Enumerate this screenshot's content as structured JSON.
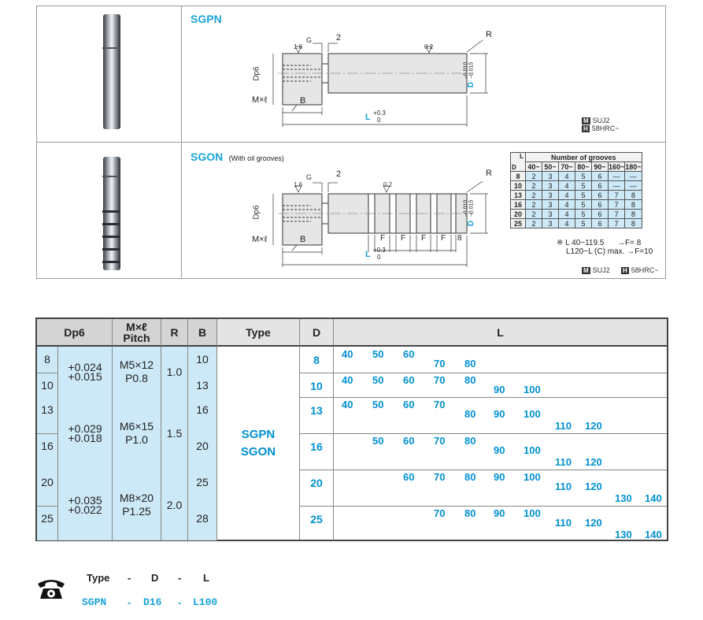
{
  "sgpn": {
    "title": "SGPN",
    "labels": {
      "g": "G",
      "two": "2",
      "r": "R",
      "f16": "1.6",
      "f02": "0.2",
      "dp6": "Dp6",
      "ml": "M×ℓ",
      "b": "B",
      "l": "L",
      "ltol": "+0.3",
      "ltol0": "0",
      "dtol1": "−0.010",
      "dtol2": "−0.015",
      "d": "D"
    },
    "material": "SUJ2",
    "hardness": "58HRC~",
    "mat_icon": "M",
    "hard_icon": "H"
  },
  "sgon": {
    "title": "SGON",
    "subtitle": "(With oil grooves)",
    "labels": {
      "g": "G",
      "two": "2",
      "r": "R",
      "f16": "1.6",
      "f02": "0.2",
      "dp6": "Dp6",
      "ml": "M×ℓ",
      "b": "B",
      "l": "L",
      "ltol": "+0.3",
      "ltol0": "0",
      "f": "F",
      "eight": "8",
      "dtol1": "−0.010",
      "dtol2": "−0.015",
      "d": "D"
    },
    "material": "SUJ2",
    "hardness": "58HRC~",
    "mat_icon": "M",
    "hard_icon": "H",
    "grooves_table": {
      "title": "Number of grooves",
      "corner_top": "L",
      "corner_bottom": "D",
      "columns": [
        "40~",
        "50~",
        "70~",
        "80~",
        "90~",
        "160~",
        "180~"
      ],
      "rows": [
        {
          "d": "8",
          "vals": [
            "2",
            "3",
            "4",
            "5",
            "6",
            "—",
            "—"
          ]
        },
        {
          "d": "10",
          "vals": [
            "2",
            "3",
            "4",
            "5",
            "6",
            "—",
            "—"
          ]
        },
        {
          "d": "13",
          "vals": [
            "2",
            "3",
            "4",
            "5",
            "6",
            "7",
            "8"
          ]
        },
        {
          "d": "16",
          "vals": [
            "2",
            "3",
            "4",
            "5",
            "6",
            "7",
            "8"
          ]
        },
        {
          "d": "20",
          "vals": [
            "2",
            "3",
            "4",
            "5",
            "6",
            "7",
            "8"
          ]
        },
        {
          "d": "25",
          "vals": [
            "2",
            "3",
            "4",
            "5",
            "6",
            "7",
            "8"
          ]
        }
      ]
    },
    "note1": "※ L 40~119.5      →F= 8",
    "note2": "L120~L (C) max. →F=10"
  },
  "table": {
    "headers": {
      "dp6": "Dp6",
      "ml": "M×ℓ",
      "pitch": "Pitch",
      "r": "R",
      "b": "B",
      "type": "Type",
      "d": "D",
      "l": "L"
    },
    "type_values": [
      "SGPN",
      "SGON"
    ],
    "groups": [
      {
        "tol1": "+0.024",
        "tol2": "+0.015",
        "ml": "M5×12",
        "pitch": "P0.8",
        "r": "1.0",
        "rows": [
          {
            "dp6": "8",
            "b": "10",
            "d": "8",
            "l_top": [
              "40",
              "50",
              "60"
            ],
            "l_bot": [
              "70",
              "80"
            ],
            "l_low": []
          },
          {
            "dp6": "10",
            "b": "13",
            "d": "10",
            "l_top": [
              "40",
              "50",
              "60",
              "70",
              "80"
            ],
            "l_bot": [
              "90",
              "100"
            ],
            "l_low": []
          }
        ]
      },
      {
        "tol1": "+0.029",
        "tol2": "+0.018",
        "ml": "M6×15",
        "pitch": "P1.0",
        "r": "1.5",
        "rows": [
          {
            "dp6": "13",
            "b": "16",
            "d": "13",
            "l_top": [
              "40",
              "50",
              "60",
              "70"
            ],
            "l_bot": [
              "80",
              "90",
              "100"
            ],
            "l_low": [
              "110",
              "120"
            ]
          },
          {
            "dp6": "16",
            "b": "20",
            "d": "16",
            "l_top": [
              "50",
              "60",
              "70",
              "80"
            ],
            "l_bot": [
              "90",
              "100"
            ],
            "l_low": [
              "110",
              "120"
            ]
          }
        ]
      },
      {
        "tol1": "+0.035",
        "tol2": "+0.022",
        "ml": "M8×20",
        "pitch": "P1.25",
        "r": "2.0",
        "rows": [
          {
            "dp6": "20",
            "b": "25",
            "d": "20",
            "l_top": [
              "60",
              "70",
              "80",
              "90",
              "100"
            ],
            "l_bot": [
              "110",
              "120"
            ],
            "l_low": [
              "130",
              "140"
            ]
          },
          {
            "dp6": "25",
            "b": "28",
            "d": "25",
            "l_top": [
              "70",
              "80",
              "90",
              "100"
            ],
            "l_bot": [
              "110",
              "120"
            ],
            "l_low": [
              "130",
              "140"
            ]
          }
        ]
      }
    ]
  },
  "order": {
    "icon": "telephone-icon",
    "labels": [
      "Type",
      "-",
      "D",
      "-",
      "L"
    ],
    "example": [
      "SGPN",
      "-",
      "D16",
      "-",
      "L100"
    ]
  }
}
